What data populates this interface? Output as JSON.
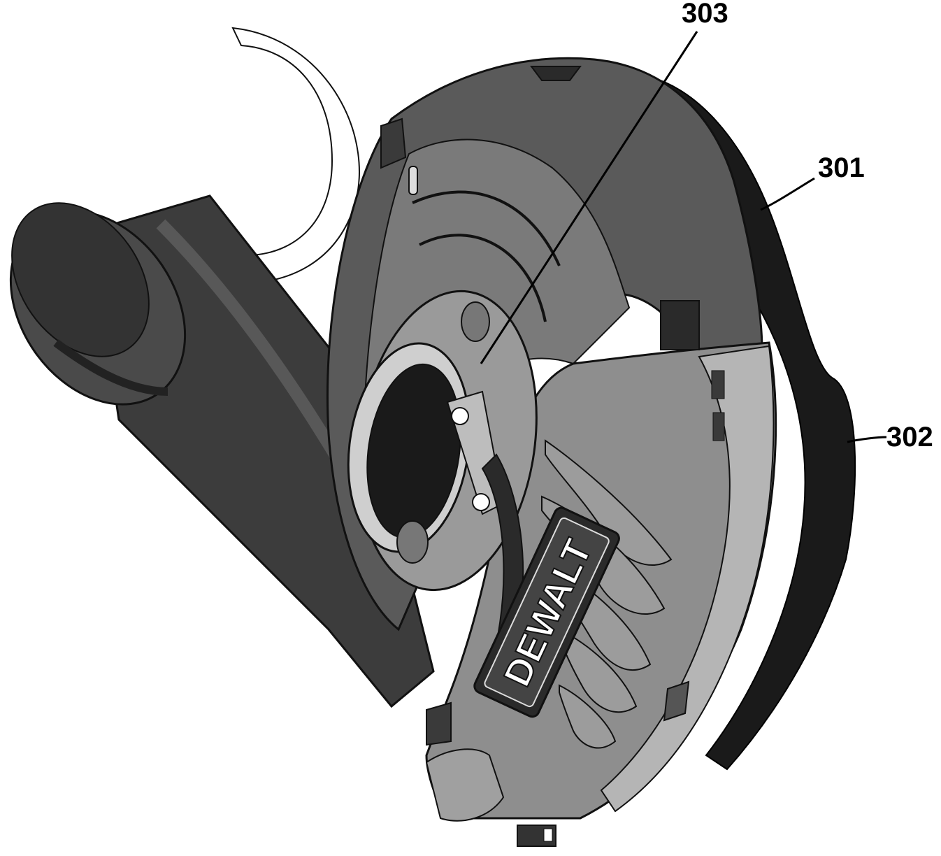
{
  "figure": {
    "labels": [
      {
        "id": "303",
        "text": "303"
      },
      {
        "id": "301",
        "text": "301"
      },
      {
        "id": "302",
        "text": "302"
      }
    ],
    "logo": "DEWALT",
    "colors": {
      "dark_shroud": "#4a4a4a",
      "mid_grey": "#7a7a7a",
      "light_grey": "#a8a8a8",
      "port_grey": "#3c3c3c",
      "bristles": "#1a1a1a",
      "outline": "#111111"
    }
  }
}
